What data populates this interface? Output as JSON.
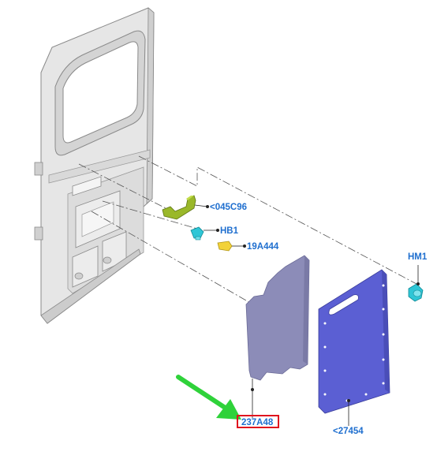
{
  "callouts": {
    "c1": "<045C96",
    "c2": "HB1",
    "c3": "19A444",
    "c4": "HM1",
    "c5": "237A48",
    "c6": "<27454"
  },
  "colors": {
    "callout_text": "#1f6fcf",
    "highlight_box": "#e0141e",
    "arrow": "#2fd23a",
    "trim_panel": "#5b5fd3",
    "insulation_panel": "#8c8cb8",
    "door_shell": "#e6e6e6",
    "handle_part": "#9ab82a",
    "clip_part": "#2ec6d6",
    "bumper_part": "#f2d23a"
  },
  "parts": [
    "door-shell",
    "handle-bracket",
    "clip-hb1",
    "bumper-19a444",
    "push-pin-hm1",
    "insulation-pad",
    "trim-panel"
  ]
}
